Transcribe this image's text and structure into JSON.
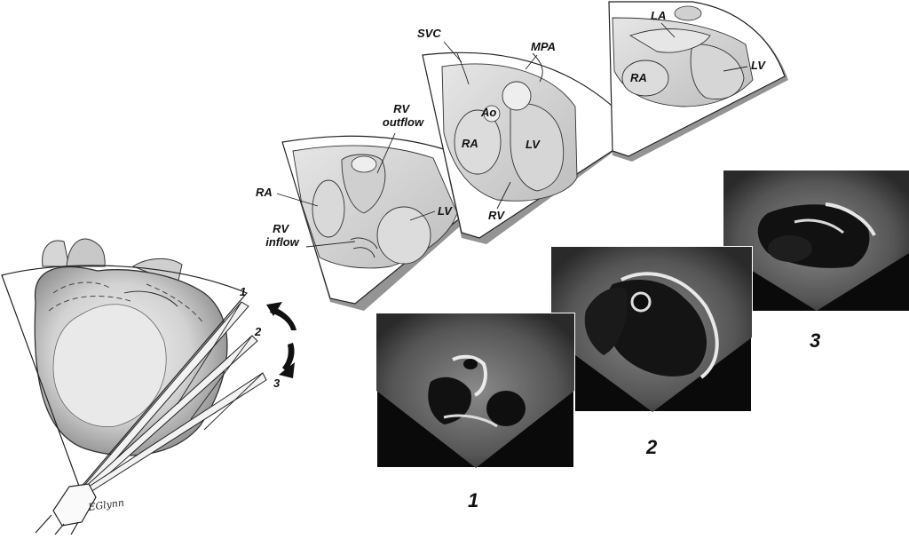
{
  "sweep_labels": [
    "1",
    "2",
    "3"
  ],
  "slice_1": {
    "labels": {
      "rv_outflow": "RV\noutflow",
      "ra": "RA",
      "lv": "LV",
      "rv_inflow": "RV\ninflow"
    }
  },
  "slice_2": {
    "labels": {
      "svc": "SVC",
      "mpa": "MPA",
      "ao": "Ao",
      "ra": "RA",
      "lv": "LV",
      "rv": "RV"
    }
  },
  "slice_3": {
    "labels": {
      "la": "LA",
      "ra": "RA",
      "lv": "LV"
    }
  },
  "echo_captions": [
    "1",
    "2",
    "3"
  ],
  "signature": "EGlynn",
  "colors": {
    "ink": "#111111",
    "heart": "#cfcfcf",
    "echo_bg": "#1a1a1a"
  }
}
